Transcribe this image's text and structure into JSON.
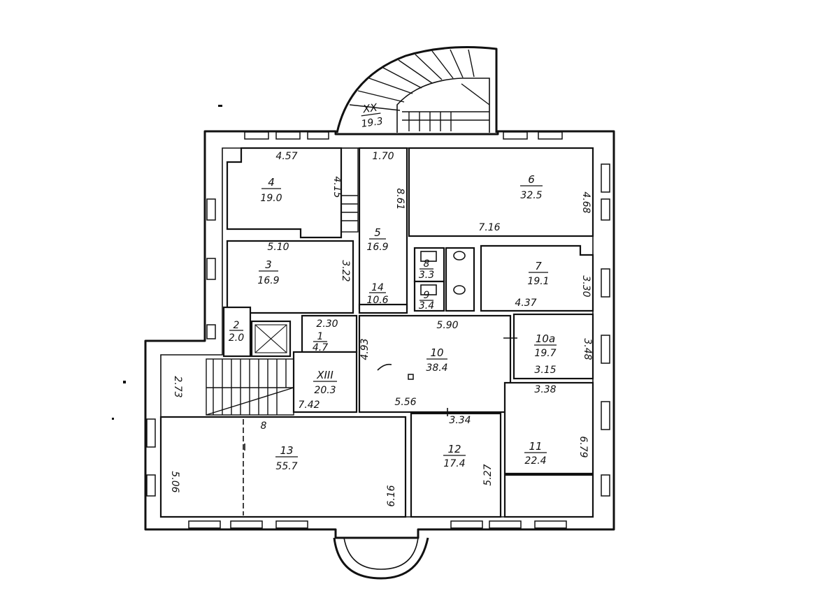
{
  "rooms": [
    {
      "id": "r4",
      "number": "4",
      "area": "19.0"
    },
    {
      "id": "r6",
      "number": "6",
      "area": "32.5"
    },
    {
      "id": "r5",
      "number": "5",
      "area": "16.9"
    },
    {
      "id": "r3",
      "number": "3",
      "area": "16.9"
    },
    {
      "id": "r8",
      "number": "8",
      "area": "3.3"
    },
    {
      "id": "r9",
      "number": "9",
      "area": "3.4"
    },
    {
      "id": "r7",
      "number": "7",
      "area": "19.1"
    },
    {
      "id": "r14",
      "number": "14",
      "area": "10.6"
    },
    {
      "id": "r2",
      "number": "2",
      "area": "2.0"
    },
    {
      "id": "r1",
      "number": "1",
      "area": "4.7"
    },
    {
      "id": "rXIII",
      "number": "XIII",
      "area": "20.3"
    },
    {
      "id": "r10",
      "number": "10",
      "area": "38.4"
    },
    {
      "id": "r10a",
      "number": "10a",
      "area": "19.7"
    },
    {
      "id": "r13",
      "number": "13",
      "area": "55.7"
    },
    {
      "id": "r12",
      "number": "12",
      "area": "17.4"
    },
    {
      "id": "r11",
      "number": "11",
      "area": "22.4"
    },
    {
      "id": "rXX",
      "number": "XX",
      "area": "19.3"
    }
  ],
  "dimensions": {
    "d457": "4.57",
    "d415": "4.15",
    "d170": "1.70",
    "d861": "8.61",
    "d716": "7.16",
    "d468": "4.68",
    "d510": "5.10",
    "d322": "3.22",
    "d437": "4.37",
    "d330": "3.30",
    "d230": "2.30",
    "d590": "5.90",
    "d493": "4.93",
    "d348": "3.48",
    "d315": "3.15",
    "d273": "2.73",
    "d742": "7.42",
    "d556": "5.56",
    "d338": "3.38",
    "d334": "3.34",
    "d8": "8",
    "d506": "5.06",
    "d616": "6.16",
    "d527": "5.27",
    "d679": "6.79"
  }
}
